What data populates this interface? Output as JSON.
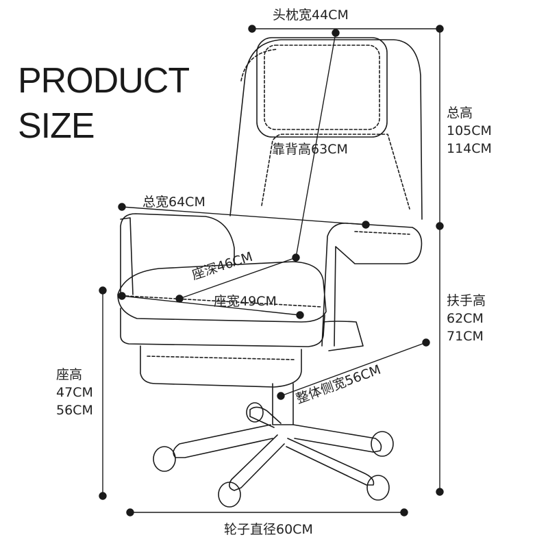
{
  "heading": {
    "line1": "PRODUCT",
    "line2": "SIZE"
  },
  "dimensions": {
    "headrest_width": "头枕宽44CM",
    "backrest_height": "靠背高63CM",
    "overall_width": "总宽64CM",
    "seat_depth": "座深46CM",
    "seat_width": "座宽49CM",
    "overall_side_width": "整体侧宽56CM",
    "wheelbase_diameter": "轮子直径60CM",
    "total_height": {
      "label": "总高",
      "values": [
        "105CM",
        "114CM"
      ]
    },
    "armrest_height": {
      "label": "扶手高",
      "values": [
        "62CM",
        "71CM"
      ]
    },
    "seat_height": {
      "label": "座高",
      "values": [
        "47CM",
        "56CM"
      ]
    }
  },
  "colors": {
    "line": "#1a1a1a",
    "text": "#222222",
    "background": "#ffffff"
  }
}
